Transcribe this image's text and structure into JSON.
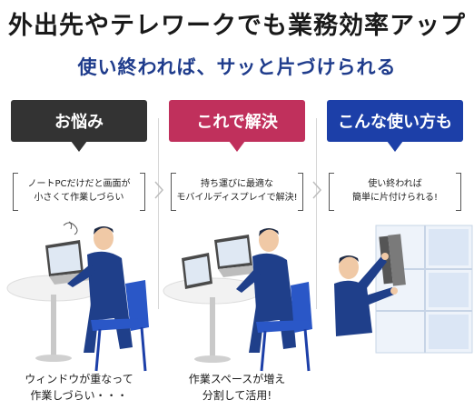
{
  "headline": "外出先やテレワークでも業務効率アップ",
  "subheadline": "使い終われば、サッと片づけられる",
  "columns": [
    {
      "bubble": "お悩み",
      "note_lines": [
        "ノートPCだけだと画面が",
        "小さくて作業しづらい"
      ],
      "caption_lines": [
        "ウィンドウが重なって",
        "作業しづらい・・・"
      ]
    },
    {
      "bubble": "これで解決",
      "note_lines": [
        "持ち運びに最適な",
        "モバイルディスプレイで解決!"
      ],
      "caption_lines": [
        "作業スペースが増え",
        "分割して活用!"
      ]
    },
    {
      "bubble": "こんな使い方も",
      "note_lines": [
        "使い終われば",
        "簡単に片付けられる!"
      ],
      "caption_lines": []
    }
  ],
  "colors": {
    "subheadline": "#1f3c8c",
    "bubble_problem": "#333333",
    "bubble_solution": "#c0305c",
    "bubble_usage": "#1c3fa8"
  }
}
